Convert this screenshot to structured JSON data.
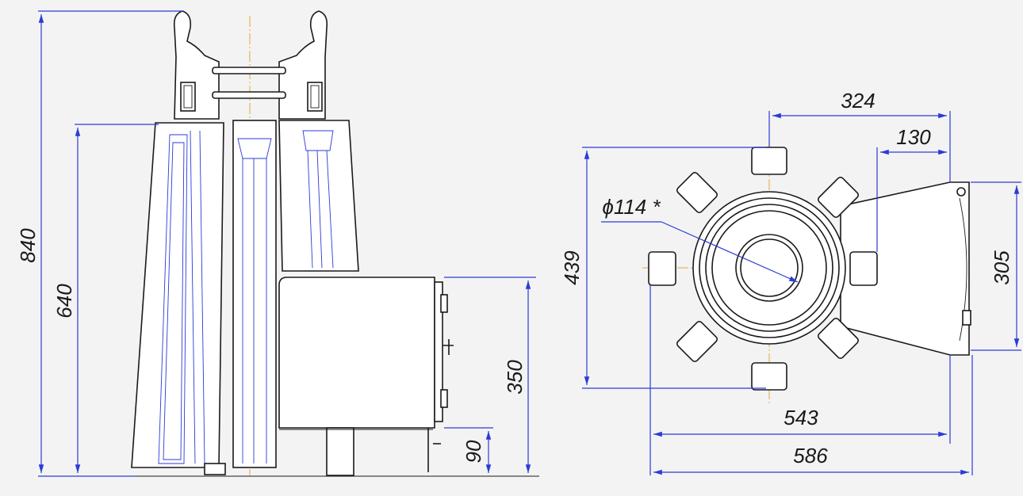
{
  "drawing": {
    "dims": {
      "height_total": "840",
      "height_body": "640",
      "height_firebox": "350",
      "height_legs": "90",
      "depth": "439",
      "width_top": "324",
      "offset_top": "130",
      "flue_diameter": "ϕ114 *",
      "firebox_height_plan": "305",
      "width_inner": "543",
      "width_total": "586"
    }
  }
}
